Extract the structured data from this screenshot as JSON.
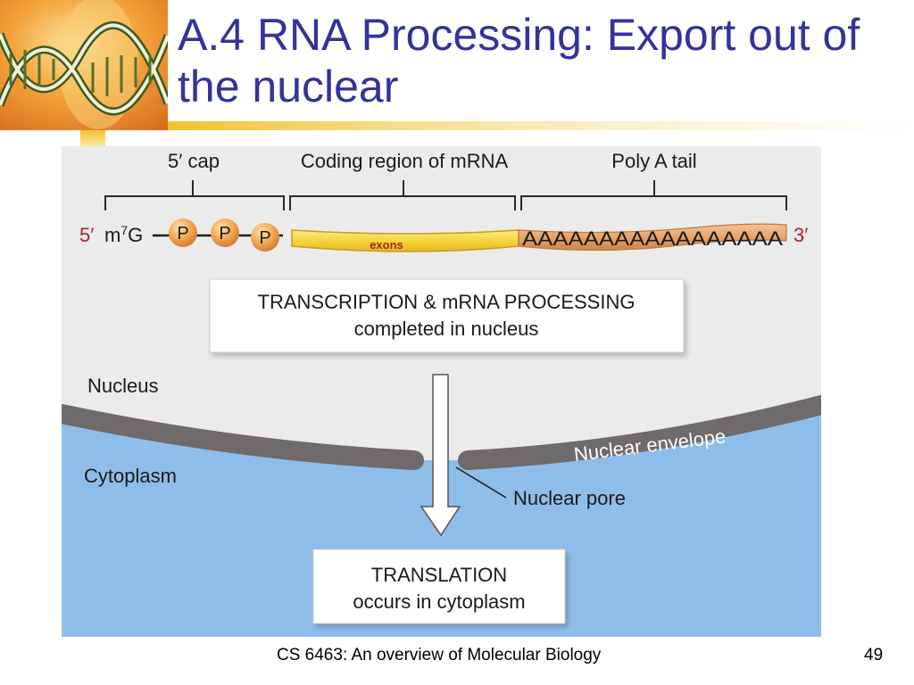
{
  "slide": {
    "title": "A.4 RNA Processing: Export out of the nuclear",
    "footer": "CS 6463: An overview of Molecular Biology",
    "page_number": "49"
  },
  "diagram": {
    "labels": {
      "cap": "5′ cap",
      "coding": "Coding region of mRNA",
      "polya": "Poly A tail",
      "five_prime": "5′",
      "m7g_m": "m",
      "m7g_sup": "7",
      "m7g_g": "G",
      "phosphate": "P",
      "exons": "exons",
      "poly_a_seq": "AAAAAAAAAAAAAAAAA",
      "three_prime": "3′",
      "nucleus": "Nucleus",
      "cytoplasm": "Cytoplasm",
      "nuclear_envelope": "Nuclear envelope",
      "nuclear_pore": "Nuclear pore"
    },
    "box_transcription": {
      "line1": "TRANSCRIPTION & mRNA PROCESSING",
      "line2": "completed in nucleus"
    },
    "box_translation": {
      "line1": "TRANSLATION",
      "line2": "occurs in cytoplasm"
    },
    "colors": {
      "nucleus_bg": "#ebebeb",
      "cytoplasm_bg": "#8fbde9",
      "envelope": "#6f6a6b",
      "exon_yellow": "#f7d43a",
      "polya_orange": "#e8a46a",
      "phosphate": "#eea24f",
      "label_red": "#b01f24"
    }
  }
}
